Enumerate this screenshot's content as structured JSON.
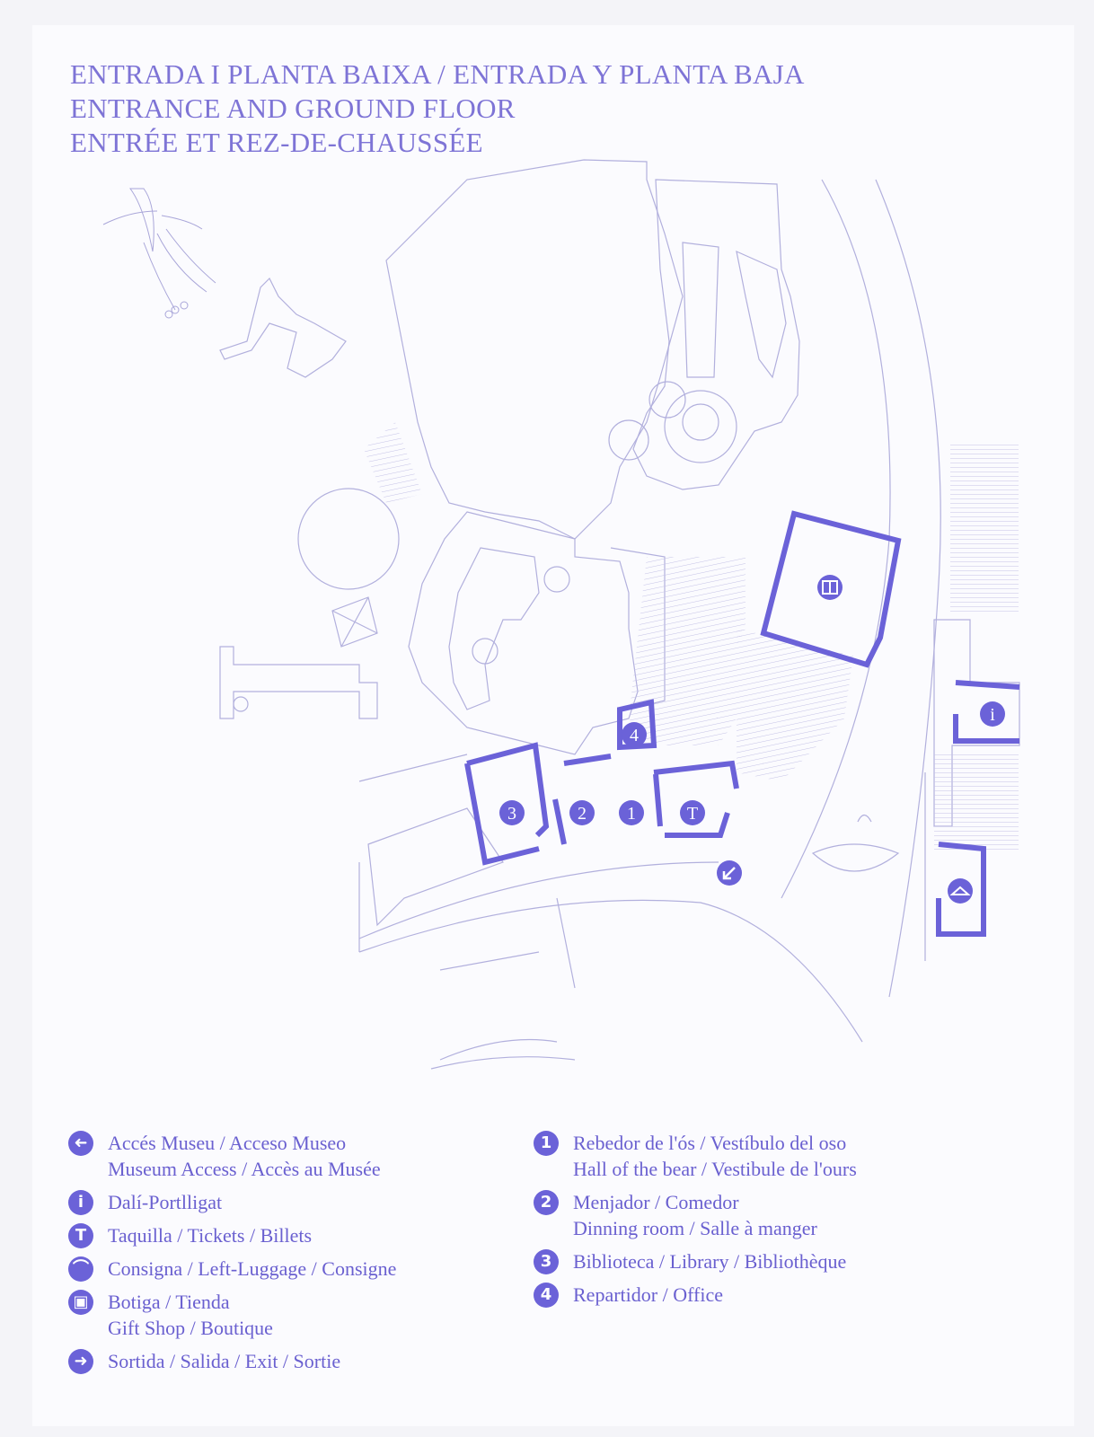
{
  "title": {
    "line1": "ENTRADA I PLANTA BAIXA / ENTRADA Y PLANTA BAJA",
    "line2": "ENTRANCE AND GROUND FLOOR",
    "line3": "ENTRÉE ET REZ-DE-CHAUSSÉE"
  },
  "colors": {
    "accent": "#6b62d8",
    "line": "#a9a6d9",
    "title": "#7e74d6",
    "paper": "#fbfbfe"
  },
  "map_markers": {
    "room1": "1",
    "room2": "2",
    "room3": "3",
    "room4": "4",
    "tickets": "T",
    "info": "i",
    "entrance_icon": "arrow-left-circle-icon",
    "shop_icon": "gift-icon",
    "luggage_icon": "hanger-icon"
  },
  "legend_left": [
    {
      "icon": "arrow-left-circle-icon",
      "symbol": "➜",
      "lines": [
        "Accés Museu / Acceso Museo",
        "Museum Access / Accès au Musée"
      ]
    },
    {
      "icon": "info-icon",
      "symbol": "i",
      "lines": [
        "Dalí-Portlligat"
      ]
    },
    {
      "icon": "tickets-icon",
      "symbol": "T",
      "lines": [
        "Taquilla / Tickets / Billets"
      ]
    },
    {
      "icon": "hanger-icon",
      "symbol": "⌒",
      "lines": [
        "Consigna / Left-Luggage / Consigne"
      ]
    },
    {
      "icon": "gift-icon",
      "symbol": "▣",
      "lines": [
        "Botiga / Tienda",
        "Gift Shop / Boutique"
      ]
    },
    {
      "icon": "arrow-right-circle-icon",
      "symbol": "➜",
      "lines": [
        "Sortida / Salida / Exit / Sortie"
      ]
    }
  ],
  "legend_right": [
    {
      "icon": "number-1-icon",
      "symbol": "1",
      "lines": [
        "Rebedor de l'ós / Vestíbulo del oso",
        "Hall of the bear / Vestibule de l'ours"
      ]
    },
    {
      "icon": "number-2-icon",
      "symbol": "2",
      "lines": [
        "Menjador / Comedor",
        "Dinning room / Salle à manger"
      ]
    },
    {
      "icon": "number-3-icon",
      "symbol": "3",
      "lines": [
        "Biblioteca / Library / Bibliothèque"
      ]
    },
    {
      "icon": "number-4-icon",
      "symbol": "4",
      "lines": [
        "Repartidor / Office"
      ]
    }
  ]
}
